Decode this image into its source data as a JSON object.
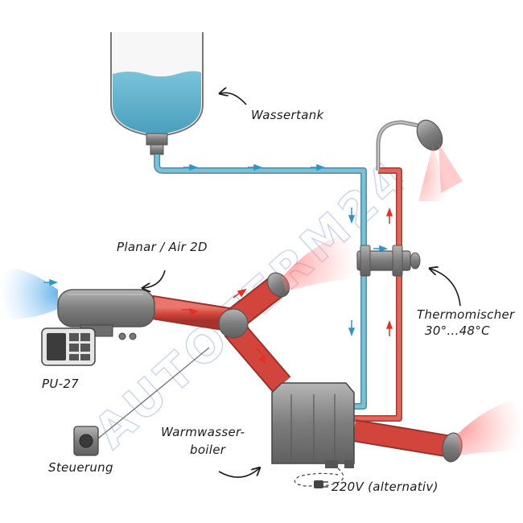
{
  "watermark": "AUTOTERM24",
  "labels": {
    "water_tank": "Wassertank",
    "heater": "Planar / Air 2D",
    "thermo_mixer_line1": "Thermomischer",
    "thermo_mixer_line2": "30°...48°C",
    "controller": "PU-27",
    "control": "Steuerung",
    "boiler_line1": "Warmwasser-",
    "boiler_line2": "boiler",
    "power": "220V (alternativ)"
  },
  "colors": {
    "water": "#5aaec9",
    "cold_pipe": "#6fb6cf",
    "hot_pipe": "#d9534f",
    "air_duct": "#d94f45",
    "hot_arrow": "#e0322a",
    "cold_arrow": "#2f96c4",
    "metal": "#8c8c8c"
  },
  "icons": [
    "shower-head-icon",
    "power-plug-icon"
  ]
}
